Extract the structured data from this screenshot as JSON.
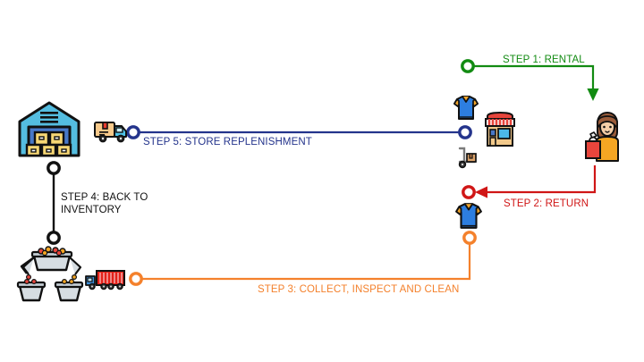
{
  "diagram": {
    "title": "Reverse logistics rental cycle flow diagram",
    "background_color": "#ffffff",
    "steps": [
      {
        "id": "step1",
        "label": "STEP 1: RENTAL",
        "color": "#128b12",
        "from": "store",
        "to": "customer",
        "marker": "circle-start",
        "arrow": "end"
      },
      {
        "id": "step2",
        "label": "STEP 2: RETURN",
        "color": "#d01616",
        "from": "customer",
        "to": "returned-garment",
        "marker": "circle-end",
        "arrow": "end"
      },
      {
        "id": "step3",
        "label": "STEP 3: COLLECT, INSPECT AND CLEAN",
        "color": "#f4812c",
        "from": "returned-garment",
        "to": "cleaning-facility",
        "marker": "circle-both",
        "arrow": "none"
      },
      {
        "id": "step4",
        "label": "STEP 4: BACK TO\nINVENTORY",
        "label_line1": "STEP 4: BACK TO",
        "label_line2": "INVENTORY",
        "color": "#111111",
        "from": "cleaning-facility",
        "to": "warehouse",
        "marker": "circle-both",
        "arrow": "none"
      },
      {
        "id": "step5",
        "label": "STEP 5: STORE REPLENISHMENT",
        "color": "#24348c",
        "from": "warehouse",
        "to": "store",
        "marker": "circle-both",
        "arrow": "none"
      }
    ],
    "nodes": [
      {
        "id": "warehouse",
        "name": "warehouse-icon",
        "alt": "Warehouse with stacked boxes"
      },
      {
        "id": "delivery-truck",
        "name": "delivery-truck-icon",
        "alt": "Delivery van with parcel"
      },
      {
        "id": "store",
        "name": "retail-store-icon",
        "alt": "Retail storefront with red awning"
      },
      {
        "id": "shirt-top",
        "name": "polo-shirt-icon",
        "alt": "Blue polo shirt"
      },
      {
        "id": "hand-truck",
        "name": "hand-truck-icon",
        "alt": "Hand truck with box"
      },
      {
        "id": "customer",
        "name": "customer-icon",
        "alt": "Customer holding red shopping bag"
      },
      {
        "id": "returned-shirt",
        "name": "returned-polo-shirt-icon",
        "alt": "Returned blue polo shirt"
      },
      {
        "id": "cleaning-facility",
        "name": "sorting-machine-icon",
        "alt": "Sorting and cleaning machine with bins"
      },
      {
        "id": "freight-truck",
        "name": "freight-truck-icon",
        "alt": "Blue freight truck with red trailer"
      }
    ],
    "palette": {
      "green": "#128b12",
      "red": "#d01616",
      "orange": "#f4812c",
      "black": "#111111",
      "navy": "#24348c"
    }
  }
}
